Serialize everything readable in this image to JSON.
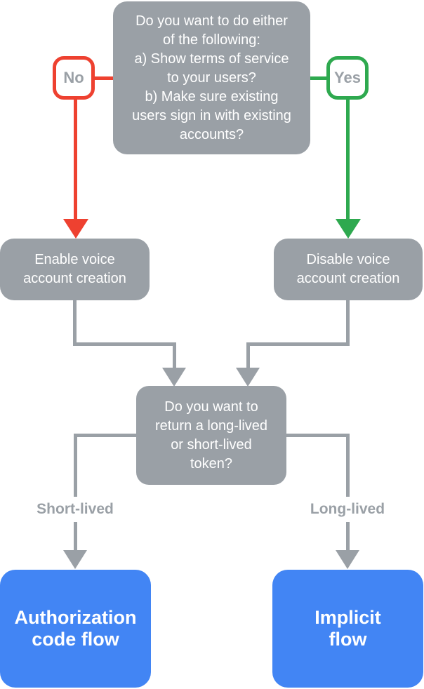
{
  "colors": {
    "node_gray": "#9AA0A6",
    "terminal_blue": "#4285F4",
    "no_red": "#EE4130",
    "yes_green": "#2EA94F",
    "node_text": "#FFFFFF",
    "badge_text": "#9AA0A6",
    "background": "#FFFFFF"
  },
  "flowchart": {
    "top_question": {
      "text": "Do you want to do either\nof the following:\na) Show terms of service\nto your users?\nb) Make sure existing\nusers sign in with existing\naccounts?"
    },
    "no_badge": {
      "text": "No"
    },
    "yes_badge": {
      "text": "Yes"
    },
    "enable_node": {
      "text": "Enable voice\naccount creation"
    },
    "disable_node": {
      "text": "Disable voice\naccount creation"
    },
    "token_question": {
      "text": "Do you want to\nreturn a long-lived\nor short-lived\ntoken?"
    },
    "short_lived_tag": {
      "text": "Short-lived"
    },
    "long_lived_tag": {
      "text": "Long-lived"
    },
    "auth_code_node": {
      "text": "Authorization\ncode flow"
    },
    "implicit_node": {
      "text": "Implicit\nflow"
    }
  }
}
